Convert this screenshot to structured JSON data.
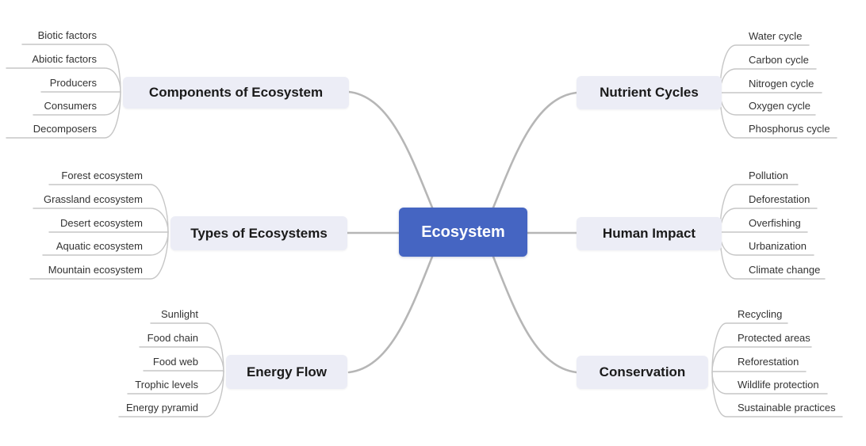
{
  "root": {
    "label": "Ecosystem"
  },
  "colors": {
    "root_bg": "#4565c2",
    "root_text": "#ffffff",
    "topic_bg": "#ecedf6",
    "topic_text": "#1a1a1a",
    "branch_connector": "#b6b6b6",
    "leaf_line": "#c6c6c6",
    "leaf_text": "#333333",
    "canvas_bg": "#ffffff"
  },
  "branches": [
    {
      "label": "Components of Ecosystem",
      "children": [
        "Biotic factors",
        "Abiotic factors",
        "Producers",
        "Consumers",
        "Decomposers"
      ]
    },
    {
      "label": "Types of Ecosystems",
      "children": [
        "Forest ecosystem",
        "Grassland ecosystem",
        "Desert ecosystem",
        "Aquatic ecosystem",
        "Mountain ecosystem"
      ]
    },
    {
      "label": "Energy Flow",
      "children": [
        "Sunlight",
        "Food chain",
        "Food web",
        "Trophic levels",
        "Energy pyramid"
      ]
    },
    {
      "label": "Nutrient Cycles",
      "children": [
        "Water cycle",
        "Carbon cycle",
        "Nitrogen cycle",
        "Oxygen cycle",
        "Phosphorus cycle"
      ]
    },
    {
      "label": "Human Impact",
      "children": [
        "Pollution",
        "Deforestation",
        "Overfishing",
        "Urbanization",
        "Climate change"
      ]
    },
    {
      "label": "Conservation",
      "children": [
        "Recycling",
        "Protected areas",
        "Reforestation",
        "Wildlife protection",
        "Sustainable practices"
      ]
    }
  ]
}
